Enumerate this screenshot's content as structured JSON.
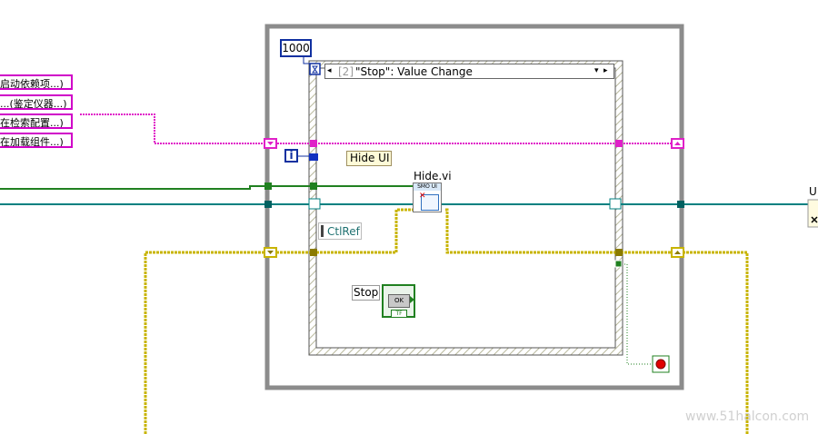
{
  "string_array": {
    "items": [
      "启动依赖项...)",
      "...(鉴定仪器...)",
      "在检索配置...)",
      "在加载组件...)"
    ]
  },
  "timeout_constant": "1000",
  "event_case": {
    "index": "[2]",
    "label": "\"Stop\": Value Change"
  },
  "hide_ui_label": "Hide UI",
  "hide_vi": {
    "name": "Hide.vi",
    "banner": "SMO UI"
  },
  "ctlref_label": "CtlRef",
  "stop_label": "Stop",
  "ok_button_text": "OK",
  "tf_text": "TF",
  "iteration_label": "i",
  "right_edge_label": "U",
  "watermark": "www.51halcon.com",
  "colors": {
    "string_wire": "#e020c8",
    "refnum_wire": "#008080",
    "cluster_wire": "#208020",
    "error_wire": "#c8b400",
    "loop_frame": "#888888",
    "constant_border": "#1030a0"
  }
}
